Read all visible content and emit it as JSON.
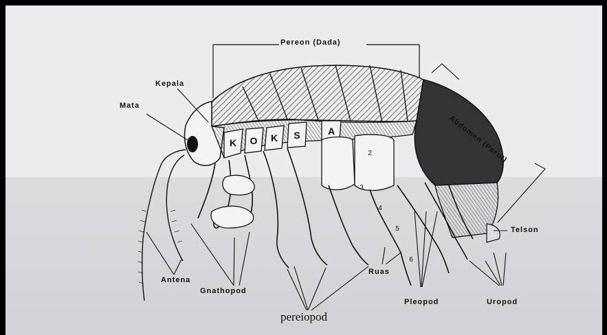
{
  "labels": {
    "pereon": "Pereon (Dada)",
    "kepala": "Kepala",
    "mata": "Mata",
    "abdomen": "Abdomen (Perut)",
    "telson": "Telson",
    "antena": "Antena",
    "gnathopod": "Gnathopod",
    "pereiopod": "pereiopod",
    "ruas": "Ruas",
    "pleopod": "Pleopod",
    "uropod": "Uropod"
  },
  "koksa_letters": [
    "K",
    "O",
    "K",
    "S",
    "A"
  ],
  "segment_numbers": [
    "2",
    "3",
    "4",
    "5",
    "6"
  ],
  "colors": {
    "background": "#ecebef",
    "frame": "#000000",
    "ink": "#111111",
    "abdomen_fill": "#333333"
  }
}
